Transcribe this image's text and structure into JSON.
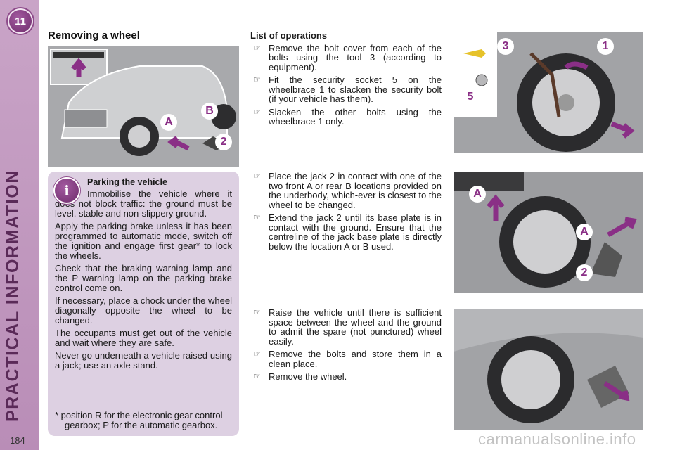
{
  "chapter": {
    "number": "11",
    "title": "PRACTICAL INFORMATION"
  },
  "page_number": "184",
  "heading": "Removing a wheel",
  "info_box": {
    "icon": "info-icon",
    "title": "Parking the vehicle",
    "paragraphs": [
      "Immobilise the vehicle where it does not block traffic: the ground must be level, stable and non-slippery ground.",
      "Apply the parking brake unless it has been programmed to automatic mode, switch off the ignition and engage first gear* to lock the wheels.",
      "Check that the braking warning lamp and the P warning lamp on the parking brake control come on.",
      "If necessary, place a chock under the wheel diagonally opposite the wheel to be changed.",
      "The occupants must get out of the vehicle and wait where they are safe.",
      "Never go underneath a vehicle raised using a jack; use an axle stand."
    ],
    "footnote": "* position R for the electronic gear control gearbox; P for the automatic gearbox."
  },
  "operations": {
    "title": "List of operations",
    "group1": [
      "Remove the bolt cover from each of the bolts using the tool 3 (according to equipment).",
      "Fit the security socket 5 on the wheelbrace 1 to slacken the security bolt (if your vehicle has them).",
      "Slacken the other bolts using the wheelbrace 1 only."
    ],
    "group2": [
      "Place the jack 2 in contact with one of the two front A or rear B locations provided on the underbody, which-ever is closest to the wheel to be changed.",
      "Extend the jack 2 until its base plate is in contact with the ground. Ensure that the centreline of the jack base plate is directly below the location A or B used."
    ],
    "group3": [
      "Raise the vehicle until there is sufficient space between the wheel and the ground to admit the spare (not punctured) wheel easily.",
      "Remove the bolts and store them in a clean place.",
      "Remove the wheel."
    ]
  },
  "illustration_labels": {
    "car": [
      "A",
      "B",
      "2"
    ],
    "bolts": [
      "3",
      "1",
      "5"
    ],
    "jack": [
      "A",
      "A",
      "2"
    ]
  },
  "watermark": "carmanualsonline.info",
  "colors": {
    "sidebar": "#c9a4c7",
    "badge": "#8d4b8a",
    "info_box": "#ddd0e2",
    "arrow": "#8a2f86",
    "illustration_bg": "#9a9b9e"
  }
}
